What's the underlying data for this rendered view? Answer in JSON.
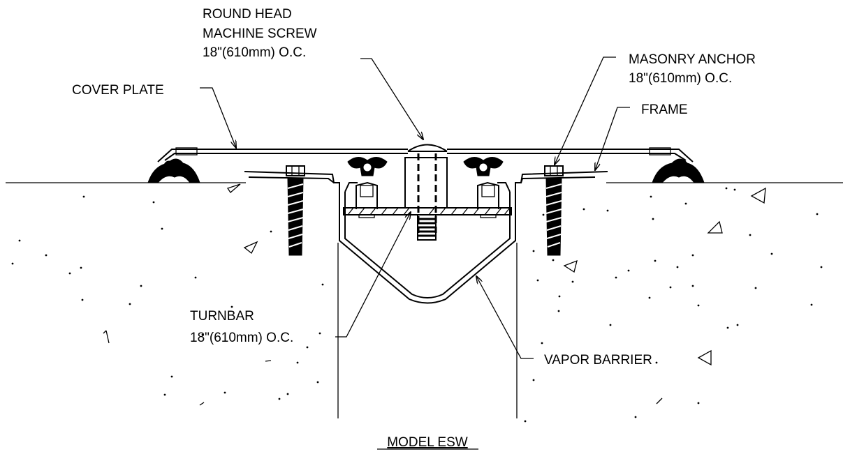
{
  "title": "MODEL ESW",
  "callouts": {
    "screw_line1": "ROUND HEAD",
    "screw_line2": "MACHINE SCREW",
    "screw_line3": "18\"(610mm) O.C.",
    "anchor_line1": "MASONRY ANCHOR",
    "anchor_line2": "18\"(610mm) O.C.",
    "cover_plate": "COVER PLATE",
    "frame": "FRAME",
    "turnbar_line1": "TURNBAR",
    "turnbar_line2": "18\"(610mm) O.C.",
    "vapor_barrier": "VAPOR BARRIER"
  },
  "colors": {
    "line": "#000000",
    "background": "#ffffff"
  }
}
